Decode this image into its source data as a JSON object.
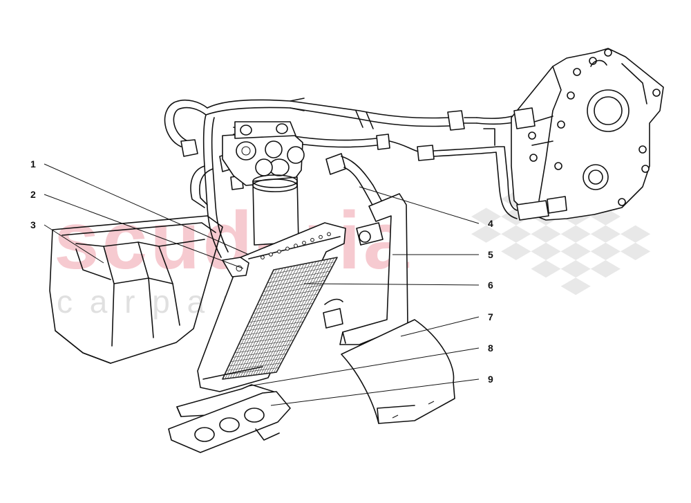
{
  "watermark": {
    "brand": "scuderia",
    "sub": "c a r p a r t s",
    "color": "#f3b9c1",
    "sub_color": "#d9d9d9",
    "checker_color": "#d6d6d6"
  },
  "callouts": [
    {
      "id": "1",
      "label": "1"
    },
    {
      "id": "2",
      "label": "2"
    },
    {
      "id": "3",
      "label": "3"
    },
    {
      "id": "4",
      "label": "4"
    },
    {
      "id": "5",
      "label": "5"
    },
    {
      "id": "6",
      "label": "6"
    },
    {
      "id": "7",
      "label": "7"
    },
    {
      "id": "8",
      "label": "8"
    },
    {
      "id": "9",
      "label": "9"
    }
  ],
  "colors": {
    "line": "#111111",
    "background": "#ffffff"
  }
}
